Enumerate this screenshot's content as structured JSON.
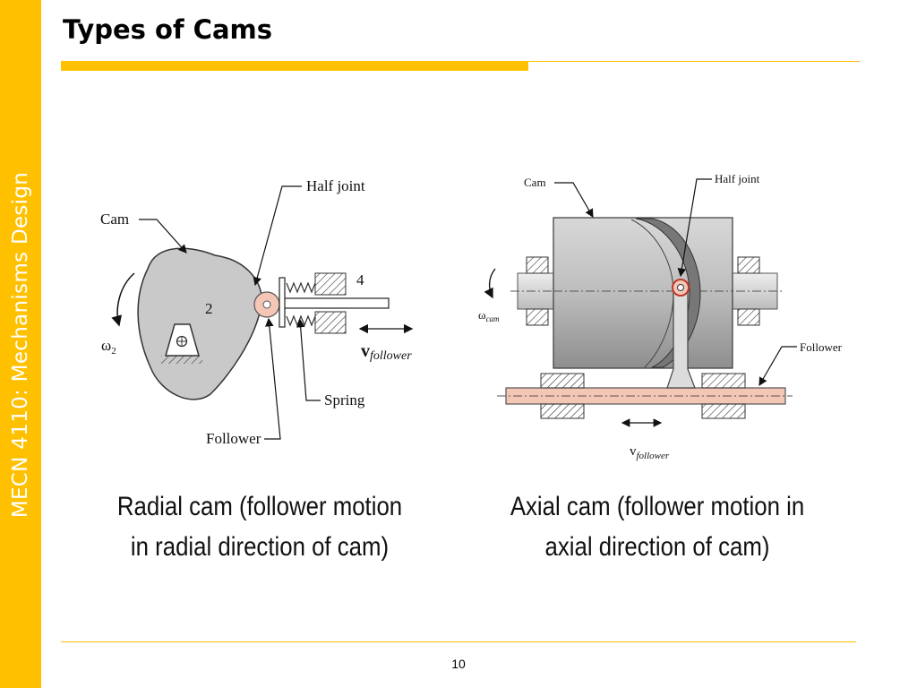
{
  "sidebar": {
    "text": "MECN 4110: Mechanisms Design"
  },
  "slide": {
    "title": "Types of Cams",
    "page_number": "10"
  },
  "radial": {
    "labels": {
      "cam": "Cam",
      "half_joint": "Half joint",
      "link_number": "2",
      "follower_number": "4",
      "omega": "ω",
      "omega_sub": "2",
      "v": "v",
      "v_sub": "follower",
      "spring": "Spring",
      "follower": "Follower"
    },
    "caption": [
      "Radial cam (follower motion",
      "in radial direction of cam)"
    ]
  },
  "axial": {
    "labels": {
      "cam": "Cam",
      "half_joint": "Half joint",
      "omega": "ω",
      "omega_sub": "cam",
      "follower": "Follower",
      "v": "v",
      "v_sub": "follower"
    },
    "caption": [
      "Axial cam (follower motion in",
      "axial direction of cam)"
    ]
  },
  "colors": {
    "accent": "#FFC000",
    "follower_fill": "#F3C6B6"
  }
}
